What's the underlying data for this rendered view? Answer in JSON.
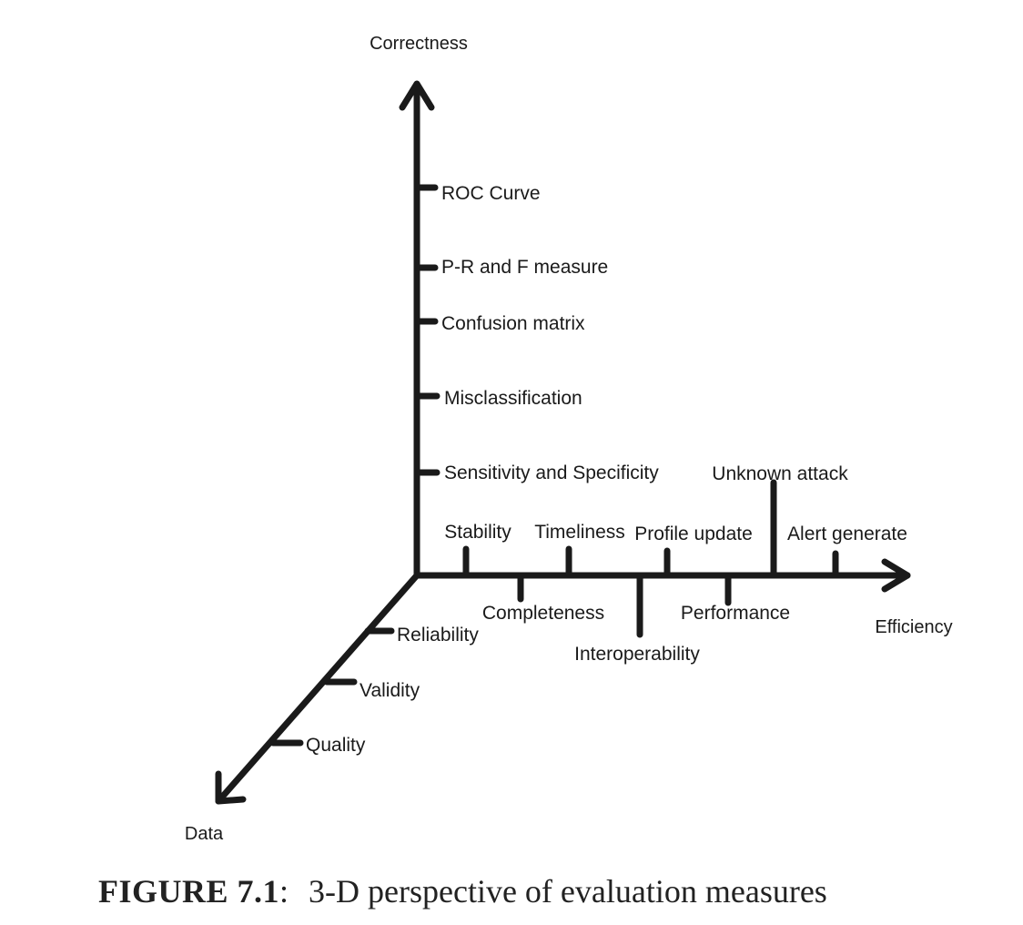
{
  "axes": {
    "vertical": "Correctness",
    "horizontal": "Efficiency",
    "diagonal": "Data"
  },
  "correctness_measures": [
    "ROC Curve",
    "P-R and F measure",
    "Confusion matrix",
    "Misclassification",
    "Sensitivity and Specificity"
  ],
  "efficiency_measures_above": [
    "Stability",
    "Timeliness",
    "Profile update",
    "Unknown attack",
    "Alert generate"
  ],
  "efficiency_measures_below": [
    "Completeness",
    "Interoperability",
    "Performance"
  ],
  "data_measures": [
    "Reliability",
    "Validity",
    "Quality"
  ],
  "caption": {
    "label": "FIGURE 7.1",
    "separator": ":",
    "text": "3-D perspective of evaluation measures"
  }
}
